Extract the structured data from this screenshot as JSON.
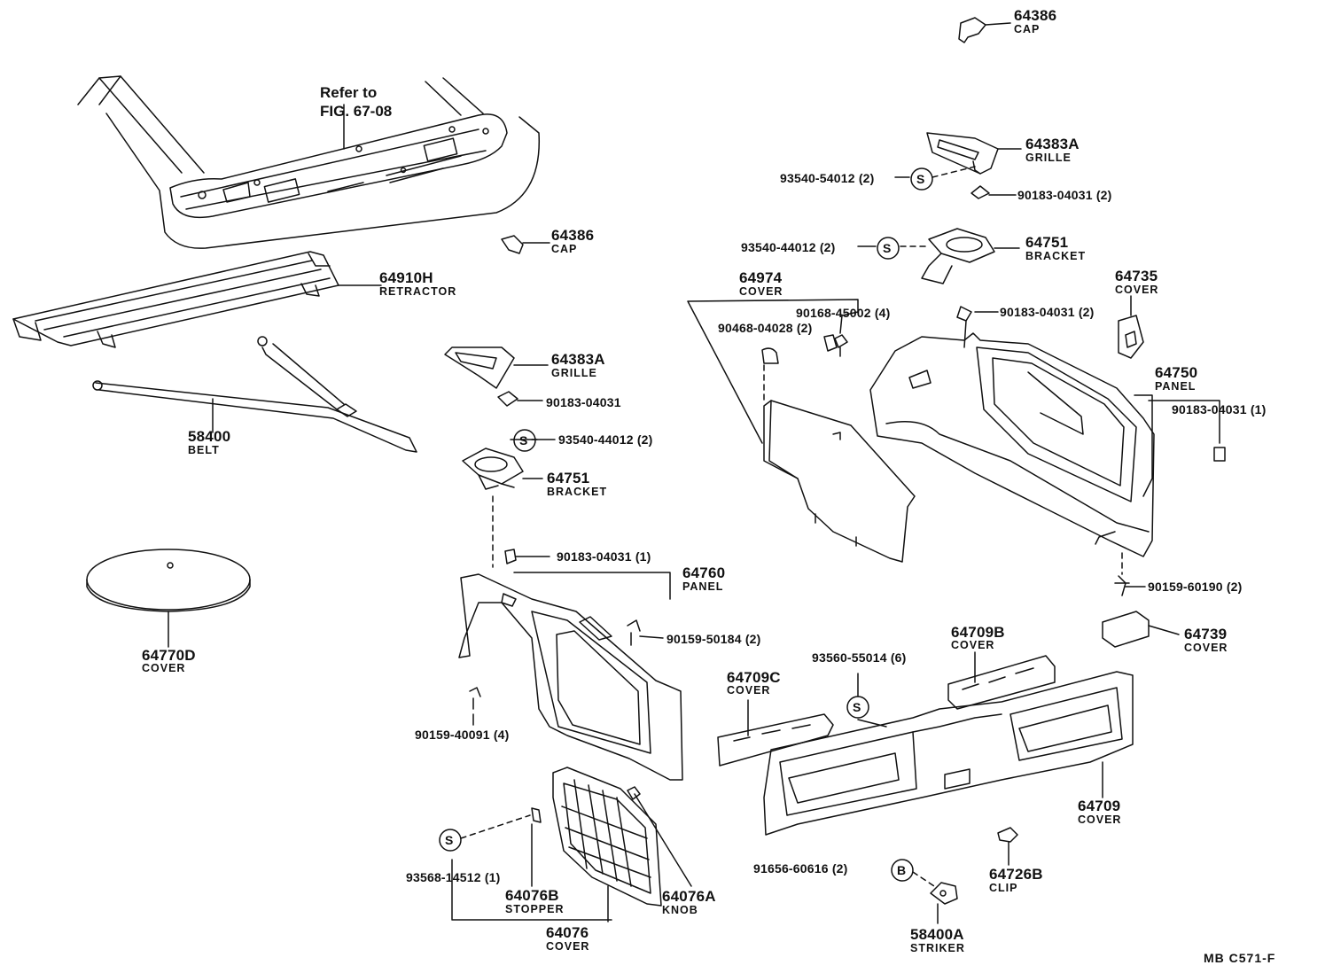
{
  "diagram": {
    "reference": {
      "line1": "Refer to",
      "line2": "FIG. 67-08"
    },
    "footer_code": "MB  C571-F",
    "parts": [
      {
        "id": "p1",
        "number": "64386",
        "name": "CAP"
      },
      {
        "id": "p2",
        "number": "64383A",
        "name": "GRILLE"
      },
      {
        "id": "p3",
        "number": "64751",
        "name": "BRACKET"
      },
      {
        "id": "p4",
        "number": "64386",
        "name": "CAP"
      },
      {
        "id": "p5",
        "number": "64910H",
        "name": "RETRACTOR"
      },
      {
        "id": "p6",
        "number": "58400",
        "name": "BELT"
      },
      {
        "id": "p7",
        "number": "64383A",
        "name": "GRILLE"
      },
      {
        "id": "p8",
        "number": "64751",
        "name": "BRACKET"
      },
      {
        "id": "p9",
        "number": "64974",
        "name": "COVER"
      },
      {
        "id": "p10",
        "number": "64735",
        "name": "COVER"
      },
      {
        "id": "p11",
        "number": "64750",
        "name": "PANEL"
      },
      {
        "id": "p12",
        "number": "64770D",
        "name": "COVER"
      },
      {
        "id": "p13",
        "number": "64760",
        "name": "PANEL"
      },
      {
        "id": "p14",
        "number": "64709B",
        "name": "COVER"
      },
      {
        "id": "p15",
        "number": "64709C",
        "name": "COVER"
      },
      {
        "id": "p16",
        "number": "64739",
        "name": "COVER"
      },
      {
        "id": "p17",
        "number": "64709",
        "name": "COVER"
      },
      {
        "id": "p18",
        "number": "64726B",
        "name": "CLIP"
      },
      {
        "id": "p19",
        "number": "64076B",
        "name": "STOPPER"
      },
      {
        "id": "p20",
        "number": "64076A",
        "name": "KNOB"
      },
      {
        "id": "p21",
        "number": "64076",
        "name": "COVER"
      },
      {
        "id": "p22",
        "number": "58400A",
        "name": "STRIKER"
      }
    ],
    "fasteners": [
      {
        "id": "f1",
        "text": "93540-54012 (2)"
      },
      {
        "id": "f2",
        "text": "90183-04031 (2)"
      },
      {
        "id": "f3",
        "text": "93540-44012 (2)"
      },
      {
        "id": "f4",
        "text": "90168-45002 (4)"
      },
      {
        "id": "f5",
        "text": "90468-04028 (2)"
      },
      {
        "id": "f6",
        "text": "90183-04031 (2)"
      },
      {
        "id": "f7",
        "text": "90183-04031 (1)"
      },
      {
        "id": "f8",
        "text": "90183-04031"
      },
      {
        "id": "f9",
        "text": "93540-44012 (2)"
      },
      {
        "id": "f10",
        "text": "90183-04031 (1)"
      },
      {
        "id": "f11",
        "text": "90159-60190 (2)"
      },
      {
        "id": "f12",
        "text": "90159-50184 (2)"
      },
      {
        "id": "f13",
        "text": "93560-55014 (6)"
      },
      {
        "id": "f14",
        "text": "90159-40091 (4)"
      },
      {
        "id": "f15",
        "text": "91656-60616 (2)"
      },
      {
        "id": "f16",
        "text": "93568-14512 (1)"
      }
    ],
    "symbols": {
      "screw": "S",
      "bolt": "B"
    }
  }
}
